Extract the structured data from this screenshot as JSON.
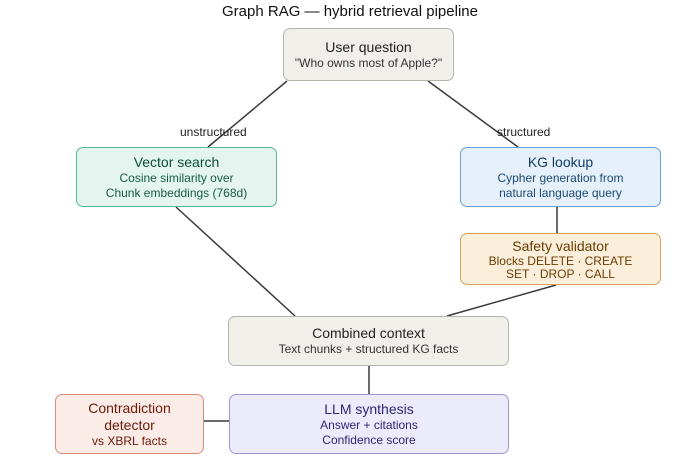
{
  "title": "Graph RAG — hybrid retrieval pipeline",
  "edge_labels": {
    "unstructured": "unstructured",
    "structured": "structured"
  },
  "nodes": {
    "question": {
      "title": "User question",
      "sub": [
        "\"Who owns most of Apple?\""
      ],
      "bg": "#f0efea",
      "border": "#b5b3aa",
      "title_color": "#222222",
      "sub_color": "#333333"
    },
    "vector": {
      "title": "Vector search",
      "sub": [
        "Cosine similarity over",
        "Chunk embeddings (768d)"
      ],
      "bg": "#e3f5ee",
      "border": "#58b596",
      "title_color": "#0d4d3a",
      "sub_color": "#1a5a46"
    },
    "kg": {
      "title": "KG lookup",
      "sub": [
        "Cypher generation from",
        "natural language query"
      ],
      "bg": "#e6f0fa",
      "border": "#6a9fcf",
      "title_color": "#0f3d66",
      "sub_color": "#1c4a73"
    },
    "safety": {
      "title": "Safety validator",
      "sub": [
        "Blocks DELETE · CREATE",
        "SET · DROP · CALL"
      ],
      "bg": "#fbefdc",
      "border": "#d3a35e",
      "title_color": "#6b3c00",
      "sub_color": "#6b3c00"
    },
    "combined": {
      "title": "Combined context",
      "sub": [
        "Text chunks + structured KG facts"
      ],
      "bg": "#f0efea",
      "border": "#b5b3aa",
      "title_color": "#222222",
      "sub_color": "#333333"
    },
    "contradiction": {
      "title": "Contradiction detector",
      "sub": [
        "vs XBRL facts"
      ],
      "bg": "#fbece8",
      "border": "#dc8d7a",
      "title_color": "#6b1a08",
      "sub_color": "#6b1a08"
    },
    "llm": {
      "title": "LLM synthesis",
      "sub": [
        "Answer + citations",
        "Confidence score"
      ],
      "bg": "#ecebfb",
      "border": "#9a96d8",
      "title_color": "#2d2875",
      "sub_color": "#2d2875"
    }
  },
  "edge_color": "#3a3a3a"
}
